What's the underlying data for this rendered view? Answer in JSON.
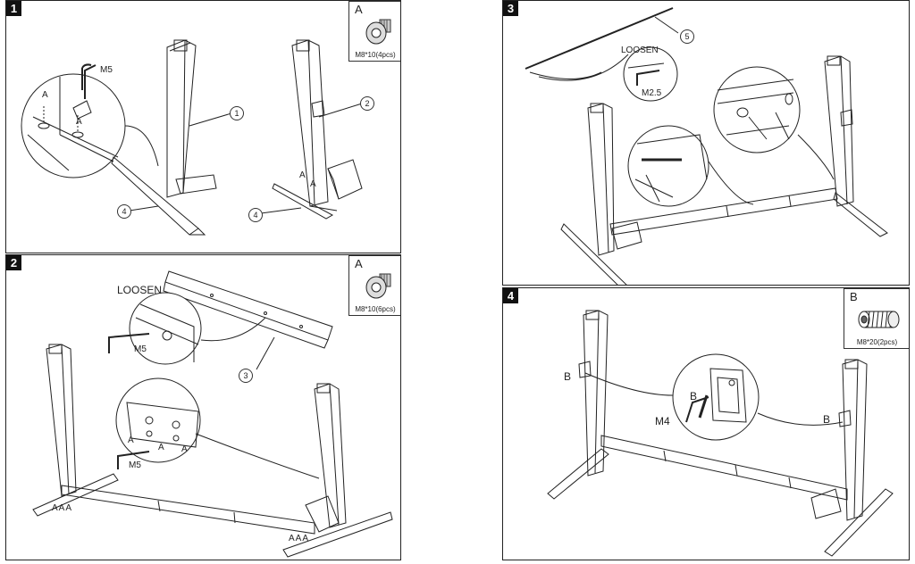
{
  "steps": [
    {
      "number": "1",
      "part": {
        "letter": "A",
        "spec": "M8*10(4pcs)"
      },
      "labels": {
        "tool": "M5",
        "screw_a1": "A",
        "screw_a2": "A",
        "screw_a3": "A",
        "screw_a4": "A"
      },
      "callouts": [
        "1",
        "2",
        "4",
        "4"
      ]
    },
    {
      "number": "2",
      "part": {
        "letter": "A",
        "spec": "M8*10(6pcs)"
      },
      "labels": {
        "loosen": "LOOSEN",
        "tool_top": "M5",
        "tool_mid": "M5",
        "screw_a1": "A",
        "screw_a2": "A",
        "screw_a3": "A",
        "foot_left": "AAA",
        "foot_right": "AAA"
      },
      "callouts": [
        "3"
      ]
    },
    {
      "number": "3",
      "labels": {
        "loosen": "LOOSEN",
        "tool": "M2.5"
      },
      "callouts": [
        "5"
      ]
    },
    {
      "number": "4",
      "part": {
        "letter": "B",
        "spec": "M8*20(2pcs)"
      },
      "labels": {
        "b_left": "B",
        "b_center": "B",
        "b_right": "B",
        "tool": "M4"
      }
    }
  ],
  "icons": [
    "screw-icon",
    "threaded-rod-icon",
    "hex-key-icon"
  ]
}
